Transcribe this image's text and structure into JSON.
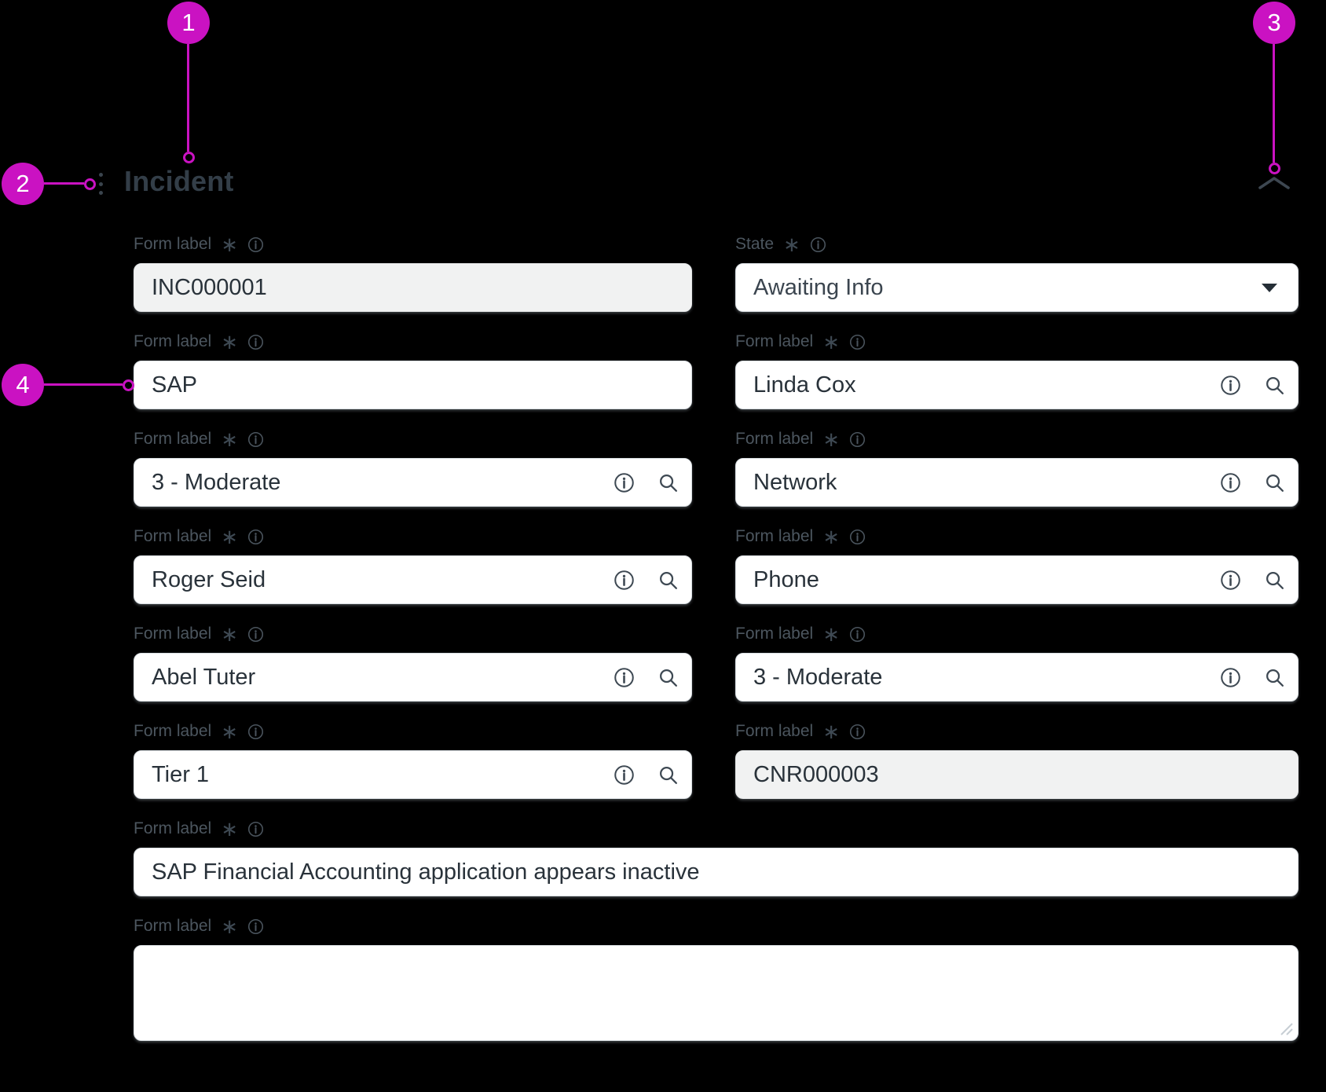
{
  "annotation": {
    "accent_color": "#ca12c2",
    "markers": [
      {
        "number": "1",
        "target": "section-title"
      },
      {
        "number": "2",
        "target": "drag-handle"
      },
      {
        "number": "3",
        "target": "collapse-button"
      },
      {
        "number": "4",
        "target": "form-field-input"
      }
    ]
  },
  "section": {
    "title": "Incident",
    "collapse_icon": "chevron-up",
    "drag_handle_icon": "vertical-dots"
  },
  "glyphs": {
    "required_marker": "∗"
  },
  "form": {
    "left_fields": [
      {
        "label": "Form label",
        "required": true,
        "has_info": true,
        "value": "INC000001",
        "type": "readonly"
      },
      {
        "label": "Form label",
        "required": true,
        "has_info": true,
        "value": "SAP",
        "type": "text"
      },
      {
        "label": "Form label",
        "required": true,
        "has_info": true,
        "value": "3 - Moderate",
        "type": "reference"
      },
      {
        "label": "Form label",
        "required": true,
        "has_info": true,
        "value": "Roger Seid",
        "type": "reference"
      },
      {
        "label": "Form label",
        "required": true,
        "has_info": true,
        "value": "Abel Tuter",
        "type": "reference"
      },
      {
        "label": "Form label",
        "required": true,
        "has_info": true,
        "value": "Tier 1",
        "type": "reference"
      }
    ],
    "right_fields": [
      {
        "label": "State",
        "required": true,
        "has_info": true,
        "value": "Awaiting Info",
        "type": "select"
      },
      {
        "label": "Form label",
        "required": true,
        "has_info": true,
        "value": "Linda Cox",
        "type": "reference"
      },
      {
        "label": "Form label",
        "required": true,
        "has_info": true,
        "value": "Network",
        "type": "reference"
      },
      {
        "label": "Form label",
        "required": true,
        "has_info": true,
        "value": "Phone",
        "type": "reference"
      },
      {
        "label": "Form label",
        "required": true,
        "has_info": true,
        "value": "3 - Moderate",
        "type": "reference"
      },
      {
        "label": "Form label",
        "required": true,
        "has_info": true,
        "value": "CNR000003",
        "type": "readonly"
      }
    ],
    "full_fields": [
      {
        "label": "Form label",
        "required": true,
        "has_info": true,
        "value": "SAP Financial Accounting application appears inactive",
        "type": "text"
      },
      {
        "label": "Form label",
        "required": true,
        "has_info": true,
        "value": "",
        "type": "textarea"
      }
    ]
  }
}
